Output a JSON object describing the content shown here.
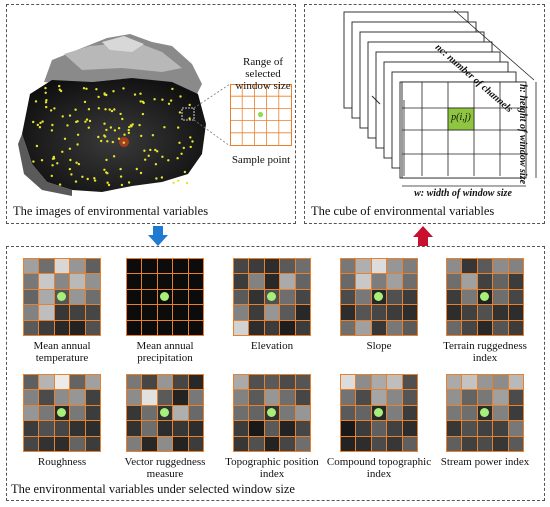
{
  "top_left_panel": {
    "caption": "The images of environmental variables",
    "range_label": "Range of selected window size",
    "sample_label": "Sample point"
  },
  "top_right_panel": {
    "caption": "The cube of environmental variables",
    "channels_label": "nc: number of channels",
    "height_label": "h: height of window size",
    "width_label": "w: width of window size",
    "pixel_label": "p(i,j)"
  },
  "bottom_panel": {
    "caption": "The environmental variables under selected window size",
    "variables": [
      {
        "label": "Mean annual temperature",
        "cells": [
          160,
          110,
          215,
          150,
          95,
          120,
          200,
          135,
          185,
          145,
          100,
          170,
          85,
          150,
          110,
          130,
          190,
          55,
          65,
          70,
          90,
          60,
          40,
          35,
          80
        ]
      },
      {
        "label": "Mean annual precipitation",
        "cells": [
          12,
          12,
          12,
          12,
          12,
          12,
          12,
          12,
          12,
          12,
          12,
          12,
          12,
          12,
          12,
          12,
          12,
          12,
          12,
          12,
          12,
          12,
          12,
          12,
          12
        ]
      },
      {
        "label": "Elevation",
        "cells": [
          70,
          60,
          45,
          90,
          110,
          60,
          130,
          40,
          170,
          100,
          90,
          50,
          80,
          110,
          70,
          130,
          60,
          150,
          90,
          40,
          210,
          45,
          60,
          30,
          60
        ]
      },
      {
        "label": "Slope",
        "cells": [
          120,
          175,
          220,
          150,
          125,
          105,
          200,
          125,
          160,
          110,
          75,
          120,
          40,
          80,
          60,
          45,
          85,
          70,
          60,
          45,
          110,
          160,
          55,
          120,
          90
        ]
      },
      {
        "label": "Terrain ruggedness index",
        "cells": [
          140,
          55,
          90,
          140,
          130,
          110,
          160,
          65,
          100,
          60,
          60,
          120,
          35,
          110,
          70,
          45,
          65,
          80,
          50,
          45,
          105,
          70,
          40,
          85,
          60
        ]
      },
      {
        "label": "Roughness",
        "cells": [
          95,
          180,
          235,
          100,
          160,
          130,
          75,
          140,
          150,
          65,
          150,
          120,
          40,
          120,
          60,
          60,
          80,
          70,
          50,
          45,
          70,
          50,
          45,
          100,
          60
        ]
      },
      {
        "label": "Vector ruggedness measure",
        "cells": [
          120,
          70,
          150,
          70,
          40,
          140,
          225,
          90,
          35,
          120,
          55,
          110,
          50,
          175,
          105,
          50,
          110,
          45,
          55,
          45,
          125,
          40,
          140,
          35,
          60
        ]
      },
      {
        "label": "Topographic position index",
        "cells": [
          170,
          80,
          90,
          75,
          85,
          130,
          90,
          150,
          110,
          70,
          110,
          100,
          50,
          120,
          150,
          60,
          25,
          90,
          35,
          70,
          55,
          80,
          35,
          70,
          110
        ]
      },
      {
        "label": "Compound topographic index",
        "cells": [
          220,
          140,
          170,
          190,
          80,
          115,
          75,
          165,
          135,
          85,
          90,
          100,
          40,
          125,
          60,
          25,
          60,
          95,
          65,
          45,
          35,
          45,
          75,
          55,
          95
        ]
      },
      {
        "label": "Stream power index",
        "cells": [
          170,
          195,
          150,
          140,
          185,
          145,
          100,
          120,
          160,
          75,
          120,
          110,
          45,
          130,
          60,
          55,
          80,
          65,
          65,
          120,
          95,
          65,
          75,
          55,
          90
        ]
      }
    ]
  }
}
